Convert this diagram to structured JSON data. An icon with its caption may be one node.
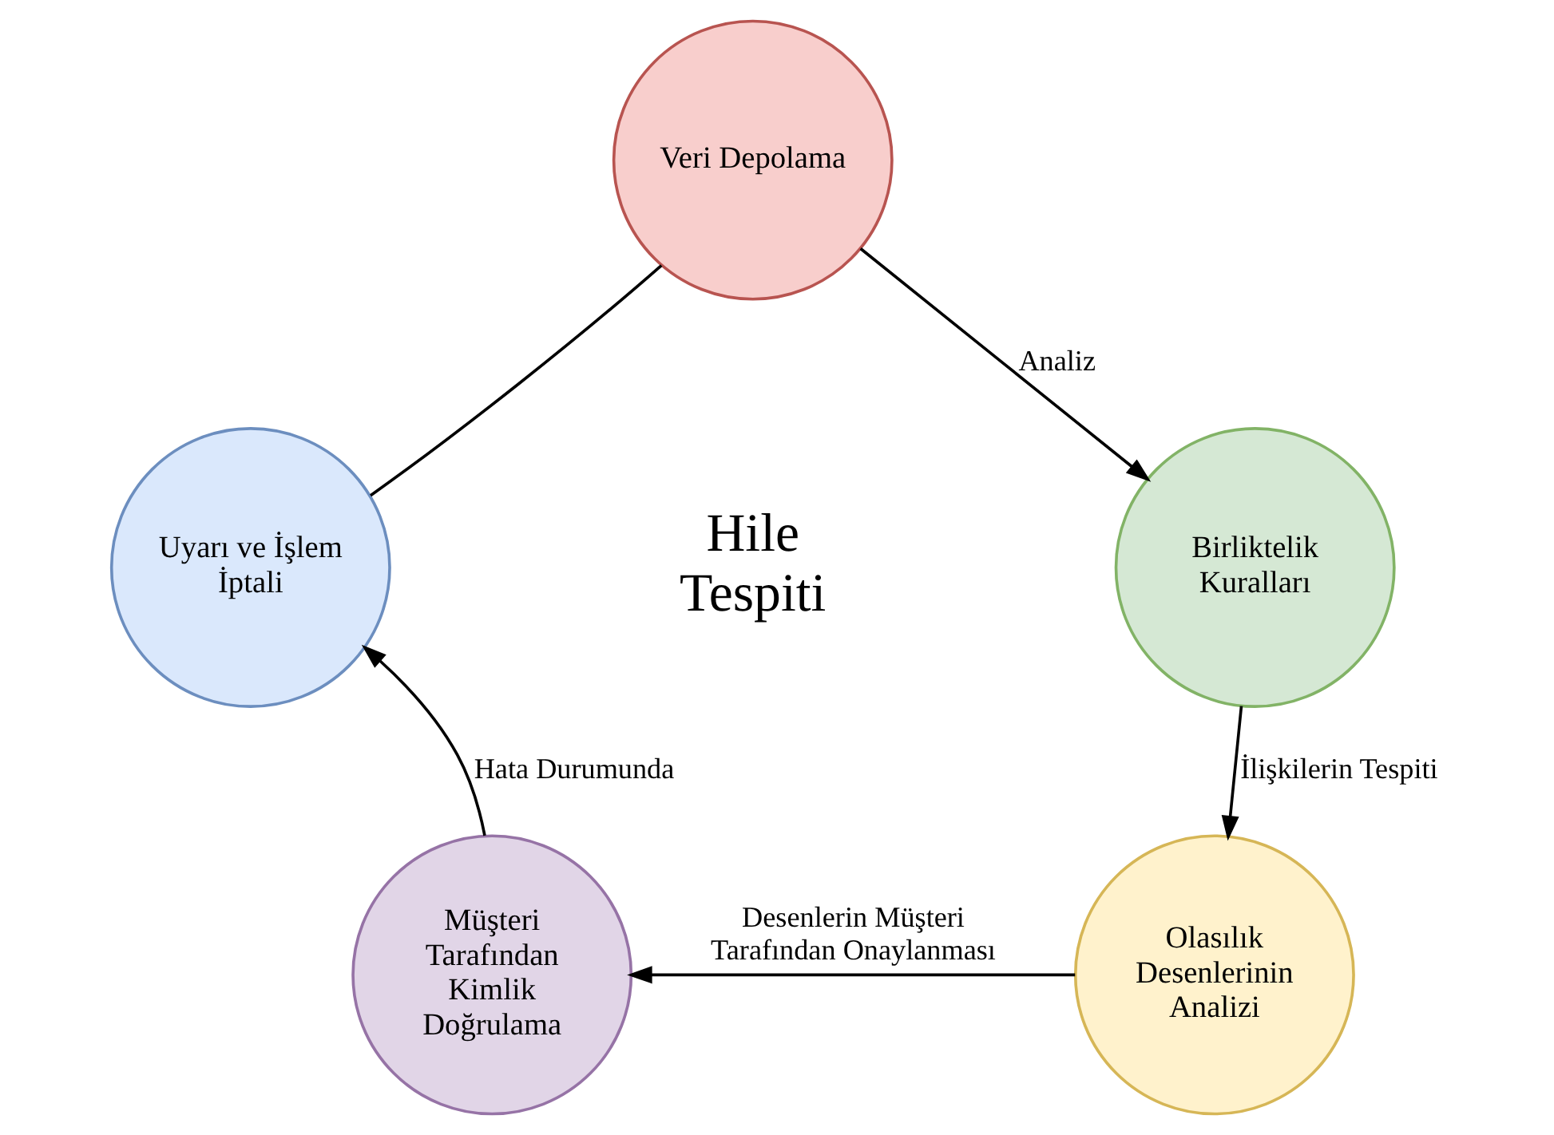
{
  "diagram": {
    "nodes": [
      {
        "text": [
          "Veri Depolama"
        ]
      },
      {
        "text": [
          "Birliktelik Kuralları"
        ]
      },
      {
        "text": [
          "Olasılık Desenlerinin Analizi"
        ]
      },
      {
        "text": [
          "Müşteri Tarafından Kimlik Doğrulama"
        ]
      },
      {
        "text": [
          "Uyarı ve İşlem İptali"
        ]
      }
    ],
    "edges": [
      {
        "from": 0,
        "to": 1,
        "arrow": "to",
        "label": "Analiz"
      },
      {
        "from": 1,
        "to": 2,
        "arrow": "to",
        "label": "İlişkilerin Tespiti"
      },
      {
        "from": 2,
        "to": 3,
        "arrow": "to",
        "label": "Desenlerin Müşteri Tarafından Onaylanması"
      },
      {
        "from": 3,
        "to": 4,
        "arrow": "to",
        "label": "Hata Durumunda"
      },
      {
        "from": 4,
        "to": 0,
        "arrow": "none"
      }
    ],
    "labels": [
      "Hile Tespiti"
    ]
  }
}
